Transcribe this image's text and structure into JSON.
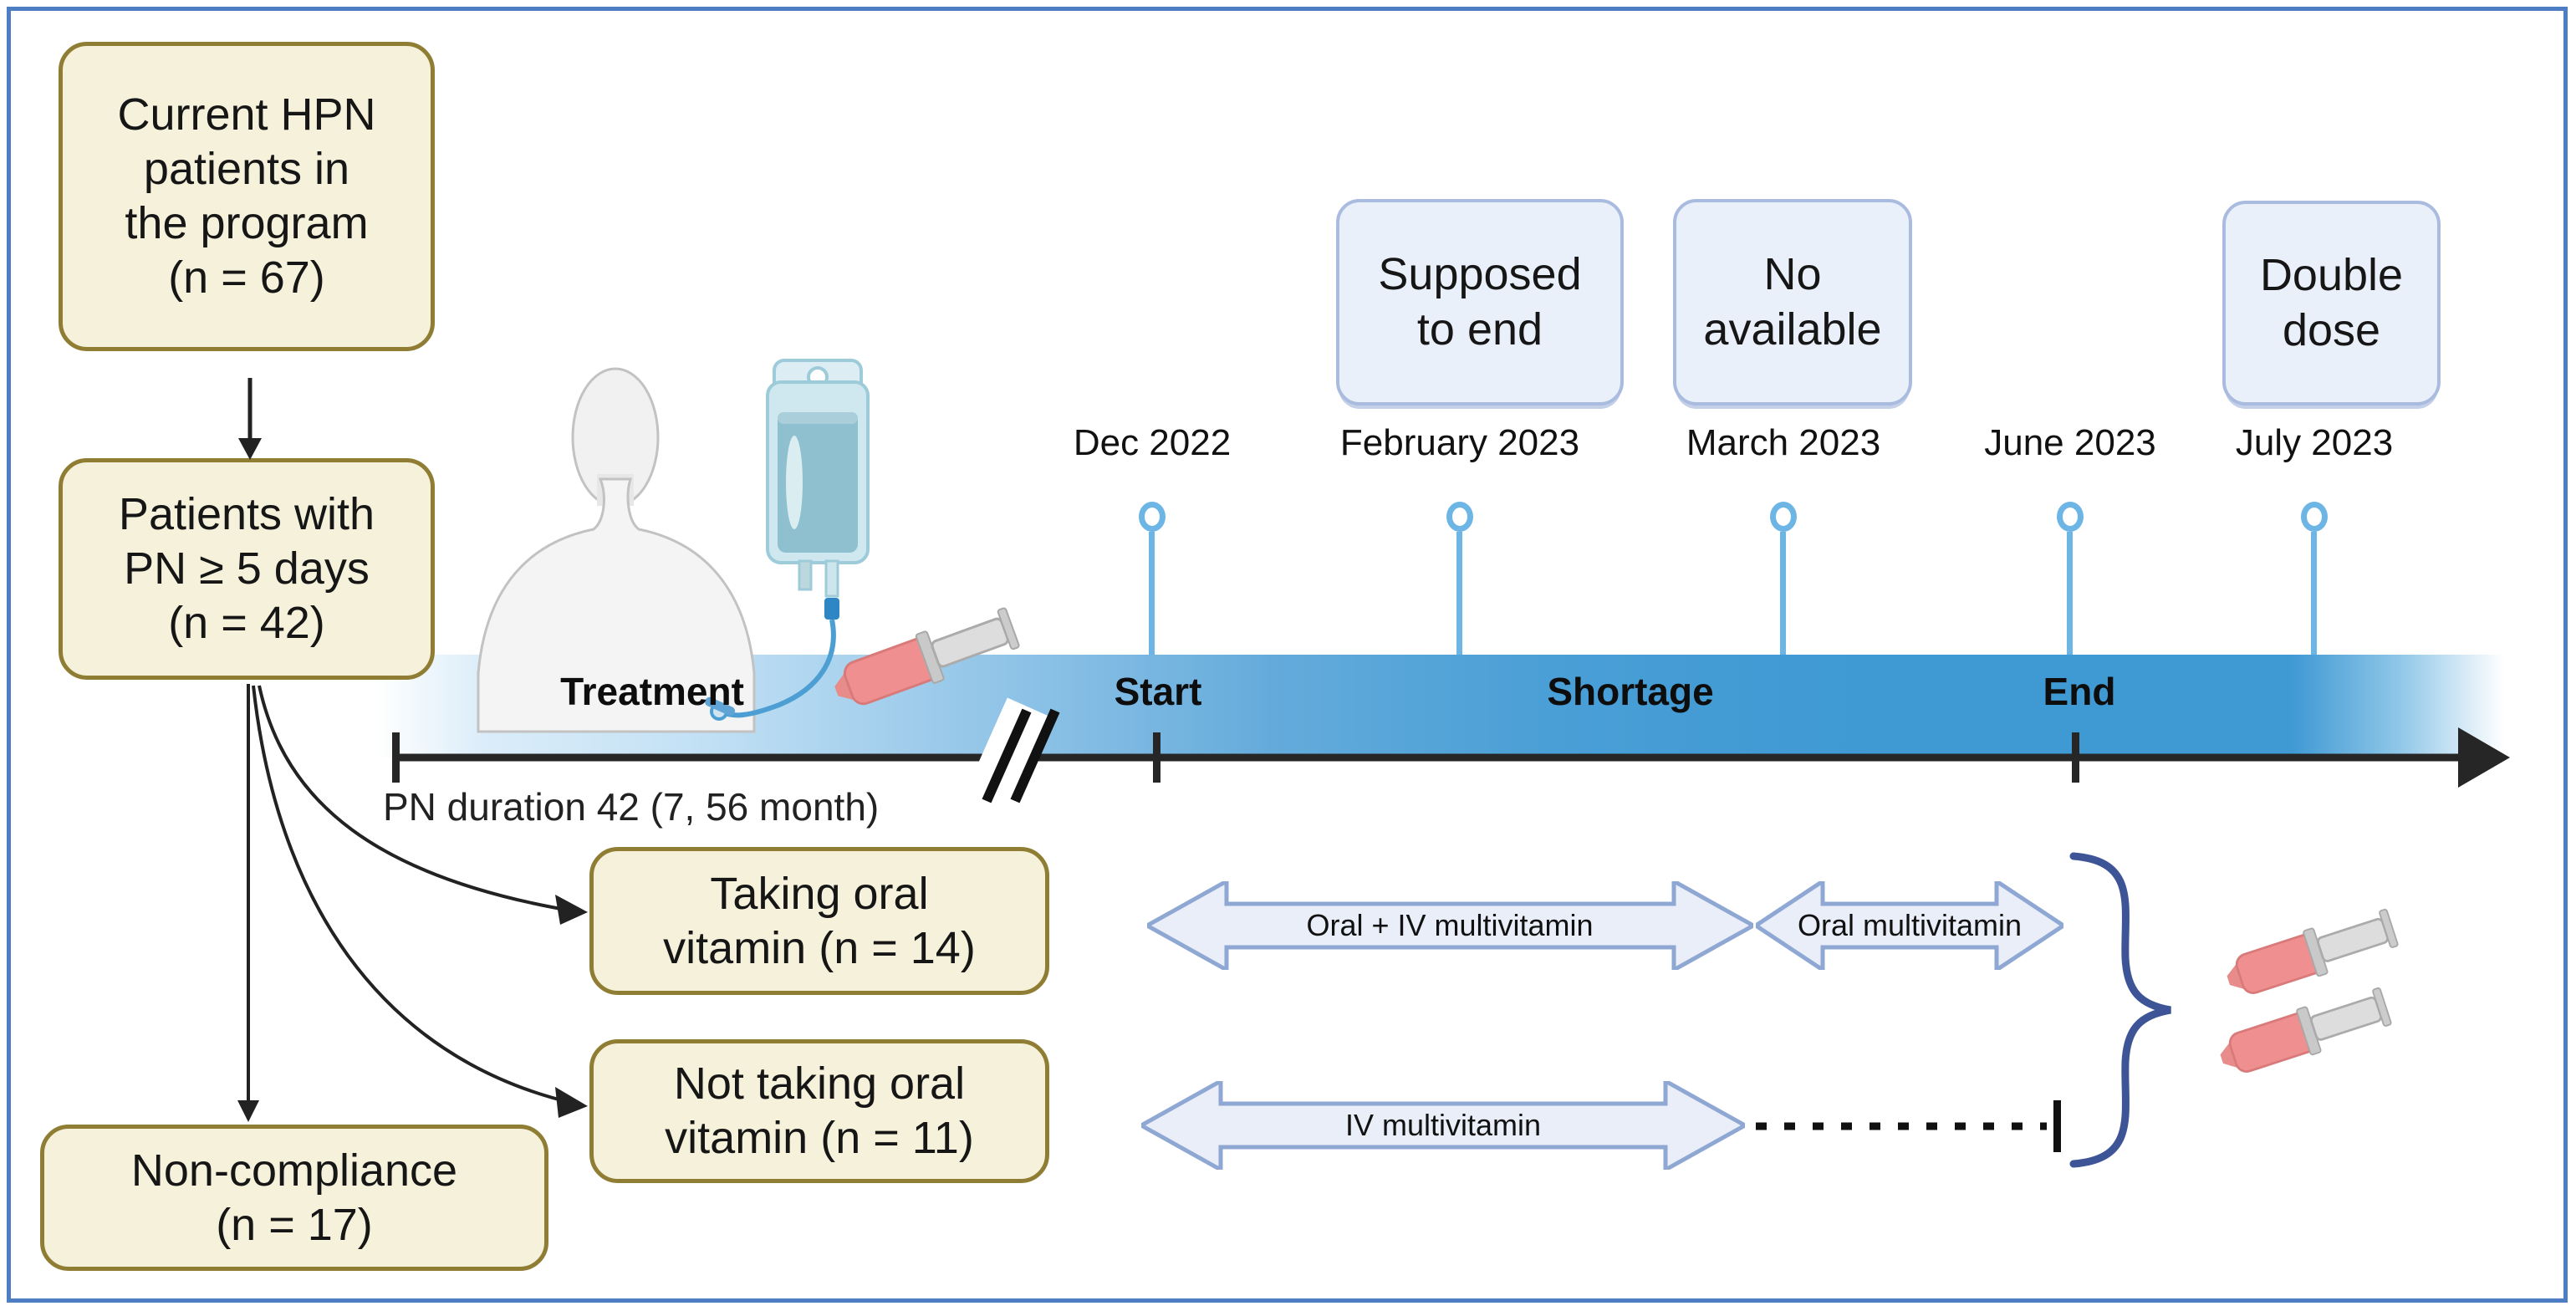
{
  "figure": {
    "type": "study-flow-and-shortage-timeline"
  },
  "flowchart": {
    "boxes": {
      "current": "Current HPN\npatients in\nthe program\n(n = 67)",
      "pn5": "Patients with\nPN ≥ 5 days\n(n = 42)",
      "noncompliance": "Non-compliance\n(n = 17)",
      "taking": "Taking oral\nvitamin (n = 14)",
      "not_taking": "Not taking oral\nvitamin (n = 11)"
    }
  },
  "timeline": {
    "phase_labels": [
      {
        "label": "Treatment"
      },
      {
        "label": "Start"
      },
      {
        "label": "Shortage"
      },
      {
        "label": "End"
      }
    ],
    "milestones": [
      {
        "date": "Dec 2022"
      },
      {
        "date": "February 2023"
      },
      {
        "date": "March 2023"
      },
      {
        "date": "June 2023"
      },
      {
        "date": "July 2023"
      }
    ],
    "callouts": [
      {
        "text": "Supposed\nto end"
      },
      {
        "text": "No\navailable"
      },
      {
        "text": "Double\ndose"
      }
    ],
    "duration_note": "PN duration 42 (7, 56 month)"
  },
  "interventions": {
    "arrows": [
      {
        "label": "Oral + IV multivitamin"
      },
      {
        "label": "Oral multivitamin"
      },
      {
        "label": "IV multivitamin"
      }
    ]
  },
  "icons": {
    "illustration": "patient-with-iv-bag-and-syringe",
    "right_group": "two-red-syringes-with-curly-brace"
  },
  "colors": {
    "frame_border": "#4d7ec3",
    "flow_box_fill": "#f5f1da",
    "flow_box_border": "#8f7d33",
    "callout_fill": "#eaf0fa",
    "callout_border": "#a9bbdf",
    "timeline_blue": "#3f99d3",
    "pin_blue": "#6cb5e5",
    "arrow_fill": "#e9eef9",
    "arrow_border": "#8ea7d3",
    "brace_blue": "#3d5596",
    "syringe_red": "#ef8f8f",
    "axis_black": "#262626"
  }
}
